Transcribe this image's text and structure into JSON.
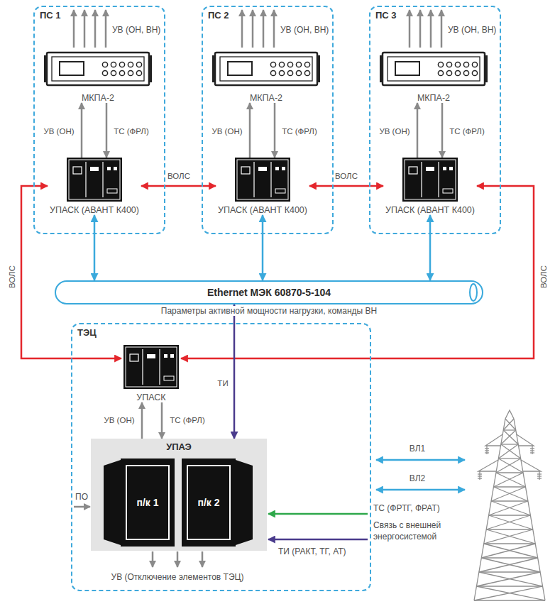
{
  "diagram": {
    "nodes": [
      {
        "text": [
          "ПС 1"
        ]
      },
      {
        "text": [
          "МКПА-2"
        ],
        "in": 0
      },
      {
        "text": [
          "УПАСК (АВАНТ К400)"
        ],
        "in": 0
      },
      {
        "text": [
          "ПС 2"
        ]
      },
      {
        "text": [
          "МКПА-2"
        ],
        "in": 3
      },
      {
        "text": [
          "УПАСК (АВАНТ К400)"
        ],
        "in": 3
      },
      {
        "text": [
          "ПС 3"
        ]
      },
      {
        "text": [
          "МКПА-2"
        ],
        "in": 6
      },
      {
        "text": [
          "УПАСК (АВАНТ К400)"
        ],
        "in": 6
      },
      {
        "text": [
          "Ethernet МЭК 60870-5-104",
          "Параметры активной мощности нагрузки, команды ВН"
        ]
      },
      {
        "text": [
          "ТЭЦ"
        ]
      },
      {
        "text": [
          "УПАСК"
        ],
        "in": 10
      },
      {
        "text": [
          "УПАЭ"
        ],
        "in": 10
      },
      {
        "text": [
          "п/к 1"
        ],
        "in": 12
      },
      {
        "text": [
          "п/к 2"
        ],
        "in": 12
      }
    ],
    "edges": [
      {
        "from": 2,
        "to": 1,
        "arrow": "to",
        "label": "УВ (ОН)"
      },
      {
        "from": 1,
        "to": 2,
        "arrow": "to",
        "label": "ТС (ФРЛ)"
      },
      {
        "from": 5,
        "to": 4,
        "arrow": "to",
        "label": "УВ (ОН)"
      },
      {
        "from": 4,
        "to": 5,
        "arrow": "to",
        "label": "ТС (ФРЛ)"
      },
      {
        "from": 8,
        "to": 7,
        "arrow": "to",
        "label": "УВ (ОН)"
      },
      {
        "from": 7,
        "to": 8,
        "arrow": "to",
        "label": "ТС (ФРЛ)"
      },
      {
        "from": 2,
        "to": 5,
        "arrow": "both",
        "label": "ВОЛС"
      },
      {
        "from": 5,
        "to": 8,
        "arrow": "both",
        "label": "ВОЛС"
      },
      {
        "from": 2,
        "to": 11,
        "arrow": "both",
        "label": "ВОЛС"
      },
      {
        "from": 8,
        "to": 11,
        "arrow": "both",
        "label": "ВОЛС"
      },
      {
        "from": 2,
        "to": 9,
        "arrow": "both"
      },
      {
        "from": 5,
        "to": 9,
        "arrow": "both"
      },
      {
        "from": 8,
        "to": 9,
        "arrow": "both"
      },
      {
        "from": 9,
        "to": 12,
        "arrow": "both",
        "label": "ТИ"
      },
      {
        "from": 12,
        "to": 11,
        "arrow": "to",
        "label": "УВ (ОН)"
      },
      {
        "from": 11,
        "to": 12,
        "arrow": "to",
        "label": "ТС (ФРЛ)"
      }
    ],
    "labels": [
      "УВ (ОН, ВН)",
      "УВ (ОН, ВН)",
      "УВ (ОН, ВН)",
      "ВЛ1",
      "ВЛ2",
      "ТС (ФРТГ, ФРАТ)",
      "Связь с внешней энергосистемой",
      "ТИ (РАКТ, ТГ, АТ)",
      "ПО",
      "УВ (Отключение элементов ТЭЦ)"
    ]
  }
}
